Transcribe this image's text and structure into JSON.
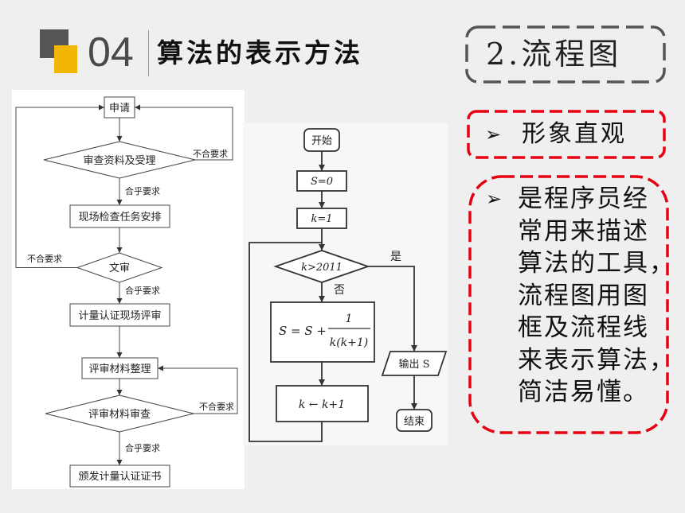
{
  "slide": {
    "section_number": "04",
    "section_title": "算法的表示方法",
    "subsection_label": "2.流程图",
    "bullet_symbol": "➢",
    "point_1": "形象直观",
    "point_2_lines": [
      "是程序员经",
      "常用来描述",
      "算法的工具，",
      "流程图用图",
      "框及流程线",
      "来表示算法，",
      "简洁易懂。"
    ]
  },
  "colors": {
    "background": "#efefef",
    "header_dark": "#555555",
    "accent_yellow": "#f2b705",
    "frame_gray": "#555555",
    "highlight_red": "#e60012"
  },
  "certification_flowchart": {
    "apply": "申请",
    "check_documents": "审查资料及受理",
    "reject_1": "不合要求",
    "pass_1": "合乎要求",
    "inspection_plan": "现场检查任务安排",
    "document_review": "文审",
    "reject_2": "不合要求",
    "pass_2": "合乎要求",
    "onsite_assessment": "计量认证现场评审",
    "organize_materials": "评审材料整理",
    "review_materials": "评审材料审查",
    "reject_3": "不合要求",
    "pass_3": "合乎要求",
    "issue_certificate": "颁发计量认证证书"
  },
  "algorithm_flowchart": {
    "start": "开始",
    "init_s": "S=0",
    "init_k": "k=1",
    "condition": "k>2011",
    "yes_label": "是",
    "no_label": "否",
    "update_s_lhs": "S = S +",
    "update_s_numerator": "1",
    "update_s_denominator": "k(k+1)",
    "increment_k": "k ← k+1",
    "output": "输出 S",
    "end": "结束"
  }
}
